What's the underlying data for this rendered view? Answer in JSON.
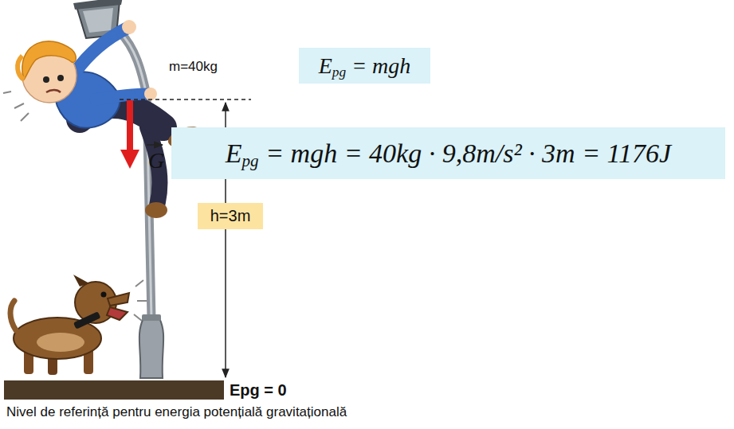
{
  "diagram": {
    "nodes": [
      {
        "text": [
          "Epg = mgh"
        ]
      },
      {
        "text": [
          "Epg = mgh = 40kg · 9,8m/s² · 3m = 1176J"
        ]
      },
      {
        "text": [
          "h=3m"
        ]
      }
    ],
    "labels": [
      "m=40kg",
      "G",
      "Epg = 0",
      "Nivel de referință pentru energia potențială gravitațională"
    ]
  }
}
